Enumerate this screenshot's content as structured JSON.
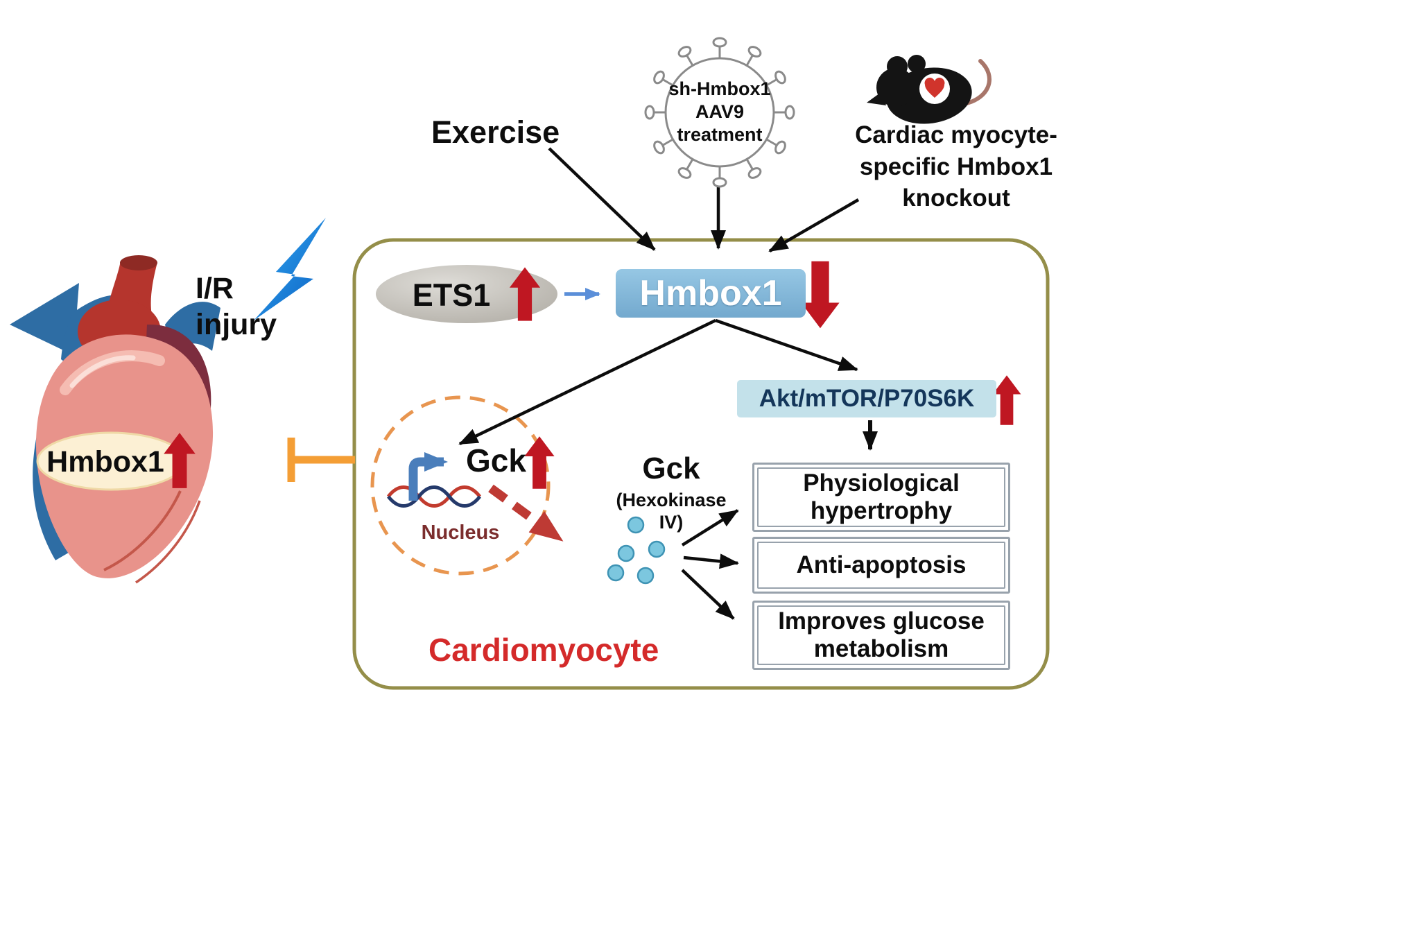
{
  "labels": {
    "exercise": "Exercise",
    "virus_line1": "sh-Hmbox1",
    "virus_line2": "AAV9",
    "virus_line3": "treatment",
    "knockout": "Cardiac myocyte-specific Hmbox1 knockout",
    "ir_line1": "I/R",
    "ir_line2": "injury",
    "heart_hmbox1": "Hmbox1",
    "ets1": "ETS1",
    "hmbox1": "Hmbox1",
    "akt": "Akt/mTOR/P70S6K",
    "gck_nucleus": "Gck",
    "nucleus": "Nucleus",
    "gck_cyto": "Gck",
    "gck_cyto_sub": "(Hexokinase IV)",
    "cardiomyocyte": "Cardiomyocyte"
  },
  "outcomes": [
    {
      "label": "Physiological hypertrophy"
    },
    {
      "label": "Anti-apoptosis"
    },
    {
      "label": "Improves glucose metabolism"
    }
  ],
  "icons": {
    "virus": "aav9-virus-icon",
    "mouse": "knockout-mouse-icon",
    "lightning": "lightning-bolt-icon",
    "heart": "heart-illustration",
    "up_arrow": "red-up-arrow",
    "down_arrow": "red-down-arrow",
    "inhibition": "orange-inhibition-bar"
  },
  "colors": {
    "cell_border": "#948e49",
    "hmbox1_box": "#7fb8db",
    "akt_box": "#c3e1ea",
    "regulation_arrow_red": "#bf1722",
    "inhibition_orange": "#f49e35",
    "nucleus_outline": "#e8954f",
    "cardiomyocyte_text": "#d42a2a",
    "nucleus_text": "#7b2d2d",
    "ets1_to_hmbox1_arrow": "#5b8fd9"
  }
}
